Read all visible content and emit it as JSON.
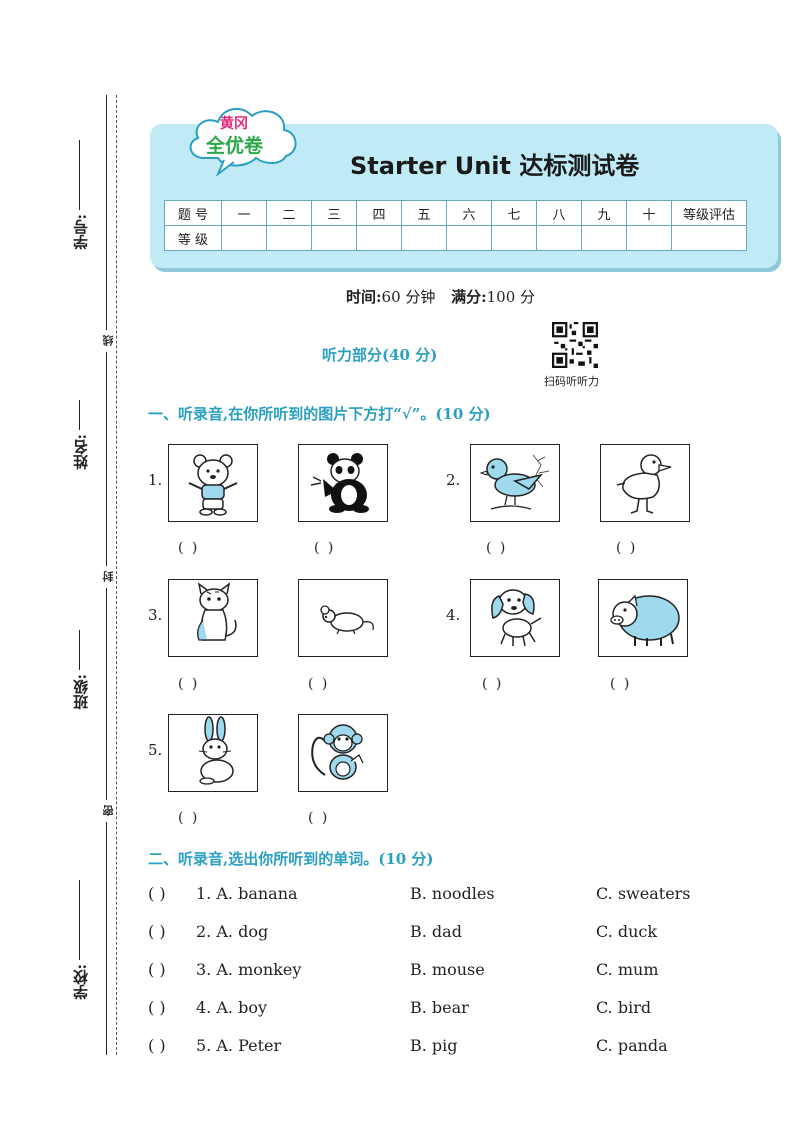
{
  "margin": {
    "labels": [
      "学号:",
      "姓名:",
      "班级:",
      "学校:"
    ],
    "seals": [
      "线",
      "封",
      "密"
    ]
  },
  "header": {
    "logo_line1": "黄冈",
    "logo_line2": "全优卷",
    "title": "Starter Unit 达标测试卷",
    "grade_table": {
      "row1": [
        "题 号",
        "一",
        "二",
        "三",
        "四",
        "五",
        "六",
        "七",
        "八",
        "九",
        "十",
        "等级评估"
      ],
      "row2_label": "等 级"
    }
  },
  "meta": {
    "time_label": "时间:",
    "time_value": "60 分钟",
    "score_label": "满分:",
    "score_value": "100 分"
  },
  "listening": {
    "heading": "听力部分(40 分)",
    "qr_caption": "扫码听听力"
  },
  "section1": {
    "heading": "一、听录音,在你所听到的图片下方打“√”。(10 分)",
    "numbers": [
      "1.",
      "2.",
      "3.",
      "4.",
      "5."
    ],
    "paren": "(    )",
    "pictures": [
      "bear-icon",
      "panda-icon",
      "bird-icon",
      "duck-icon",
      "cat-icon",
      "mouse-icon",
      "dog-icon",
      "pig-icon",
      "rabbit-icon",
      "monkey-icon"
    ]
  },
  "section2": {
    "heading": "二、听录音,选出你所听到的单词。(10 分)",
    "items": [
      {
        "p": "(      )",
        "a": "1. A. banana",
        "b": "B. noodles",
        "c": "C. sweaters"
      },
      {
        "p": "(      )",
        "a": "2. A. dog",
        "b": "B. dad",
        "c": "C. duck"
      },
      {
        "p": "(      )",
        "a": "3. A. monkey",
        "b": "B. mouse",
        "c": "C. mum"
      },
      {
        "p": "(      )",
        "a": "4. A. boy",
        "b": "B. bear",
        "c": "C. bird"
      },
      {
        "p": "(      )",
        "a": "5. A. Peter",
        "b": "B. pig",
        "c": "C. panda"
      }
    ]
  },
  "colors": {
    "accent": "#2a9fc0",
    "header_bg": "#bfeaf6",
    "picture_fill": "#9ed9ee"
  }
}
